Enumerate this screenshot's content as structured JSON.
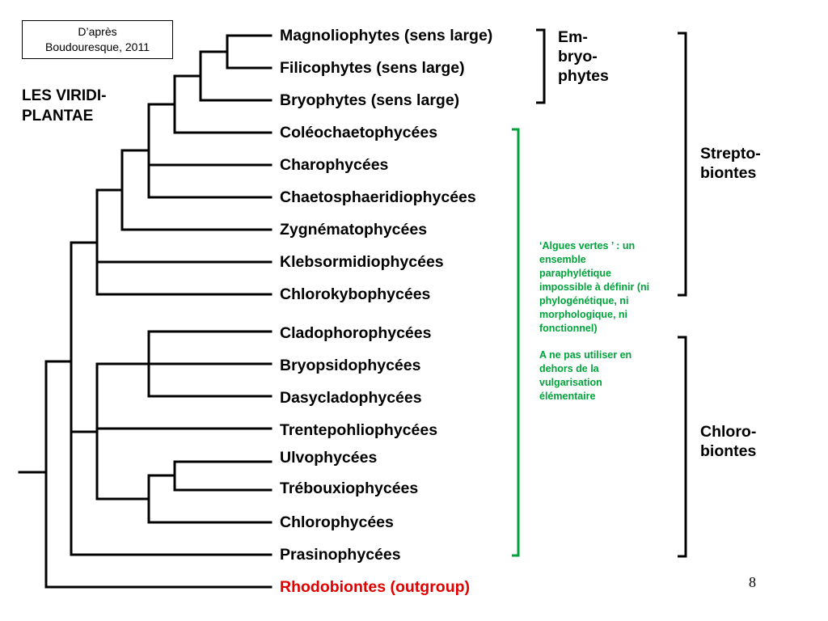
{
  "source_note": {
    "line1": "D’après",
    "line2": "Boudouresque, 2011"
  },
  "title": {
    "line1": "LES VIRIDI-",
    "line2": "PLANTAE"
  },
  "taxa": [
    {
      "name": "Magnoliophytes (sens large)"
    },
    {
      "name": "Filicophytes (sens large)"
    },
    {
      "name": "Bryophytes (sens large)"
    },
    {
      "name": "Coléochaetophycées"
    },
    {
      "name": "Charophycées"
    },
    {
      "name": "Chaetosphaeridiophycées"
    },
    {
      "name": "Zygnématophycées"
    },
    {
      "name": "Klebsormidiophycées"
    },
    {
      "name": "Chlorokybophycées"
    },
    {
      "name": "Cladophorophycées"
    },
    {
      "name": "Bryopsidophycées"
    },
    {
      "name": "Dasycladophycées"
    },
    {
      "name": "Trentepohliophycées"
    },
    {
      "name": "Ulvophycées"
    },
    {
      "name": "Trébouxiophycées"
    },
    {
      "name": "Chlorophycées"
    },
    {
      "name": "Prasinophycées"
    },
    {
      "name": "Rhodobiontes (outgroup)",
      "color": "#e00000"
    }
  ],
  "groups": {
    "embryophytes": {
      "line1": "Em-",
      "line2": "bryo-",
      "line3": "phytes"
    },
    "streptobiontes": {
      "line1": "Strepto-",
      "line2": "biontes"
    },
    "chlorobiontes": {
      "line1": "Chloro-",
      "line2": "biontes"
    }
  },
  "green_algae_note": {
    "paragraph1": "‘Algues vertes ’ : un ensemble paraphylétique impossible à définir (ni phylogénétique, ni morphologique, ni fonctionnel)",
    "paragraph2": "A ne pas utiliser en dehors de la vulgarisation élémentaire"
  },
  "colors": {
    "tree_lines": "#000000",
    "note_green": "#00a33a",
    "outgroup_red": "#e00000"
  },
  "page_number": "8"
}
